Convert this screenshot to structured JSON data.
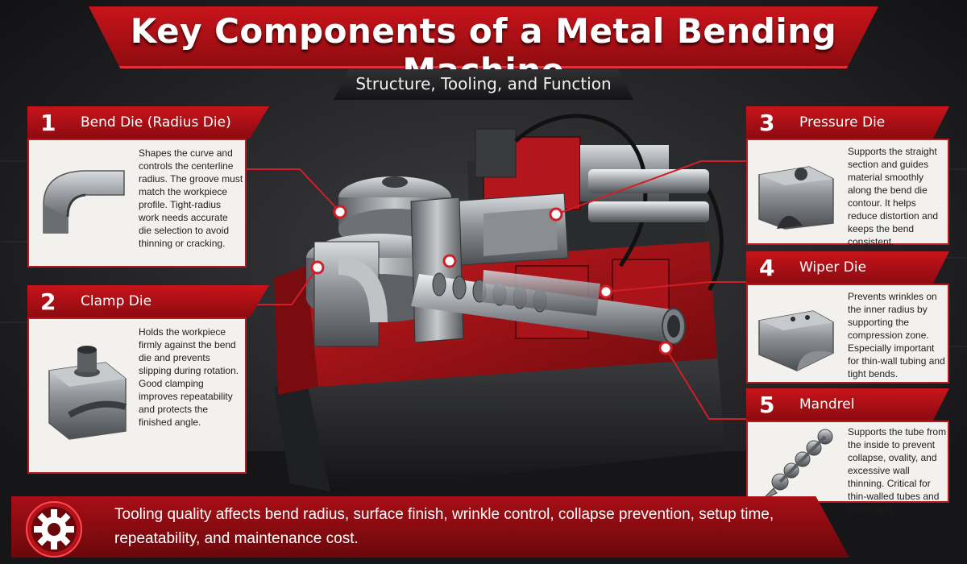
{
  "header": {
    "title": "Key Components of a Metal Bending Machine",
    "subtitle": "Structure, Tooling, and Function"
  },
  "components": [
    {
      "number": "1",
      "title": "Bend Die (Radius Die)",
      "description": "Shapes the curve and controls the centerline radius. The groove must match the workpiece profile. Tight-radius work needs accurate die selection to avoid thinning or cracking.",
      "icon": "bend-die-icon"
    },
    {
      "number": "2",
      "title": "Clamp Die",
      "description": "Holds the workpiece firmly against the bend die and prevents slipping during rotation. Good clamping improves repeatability and protects the finished angle.",
      "icon": "clamp-die-icon"
    },
    {
      "number": "3",
      "title": "Pressure Die",
      "description": "Supports the straight section and guides material smoothly along the bend die contour. It helps reduce distortion and keeps the bend consistent.",
      "icon": "pressure-die-icon"
    },
    {
      "number": "4",
      "title": "Wiper Die",
      "description": "Prevents wrinkles on the inner radius by supporting the compression zone. Especially important for thin-wall tubing and tight bends.",
      "icon": "wiper-die-icon"
    },
    {
      "number": "5",
      "title": "Mandrel",
      "description": "Supports the tube from the inside to prevent collapse, ovality, and excessive wall thinning. Critical for thin-walled tubes and small radii.",
      "icon": "mandrel-icon"
    }
  ],
  "footer": {
    "text": "Tooling quality affects bend radius, surface finish, wrinkle control, collapse prevention, setup time, repeatability, and maintenance cost.",
    "icon": "gear-icon"
  },
  "colors": {
    "accent_red": "#c8141b",
    "dark_red": "#8c0b10",
    "panel_bg": "#f3f1ee",
    "background": "#1a1a1c",
    "steel": "#9a9ea3"
  }
}
